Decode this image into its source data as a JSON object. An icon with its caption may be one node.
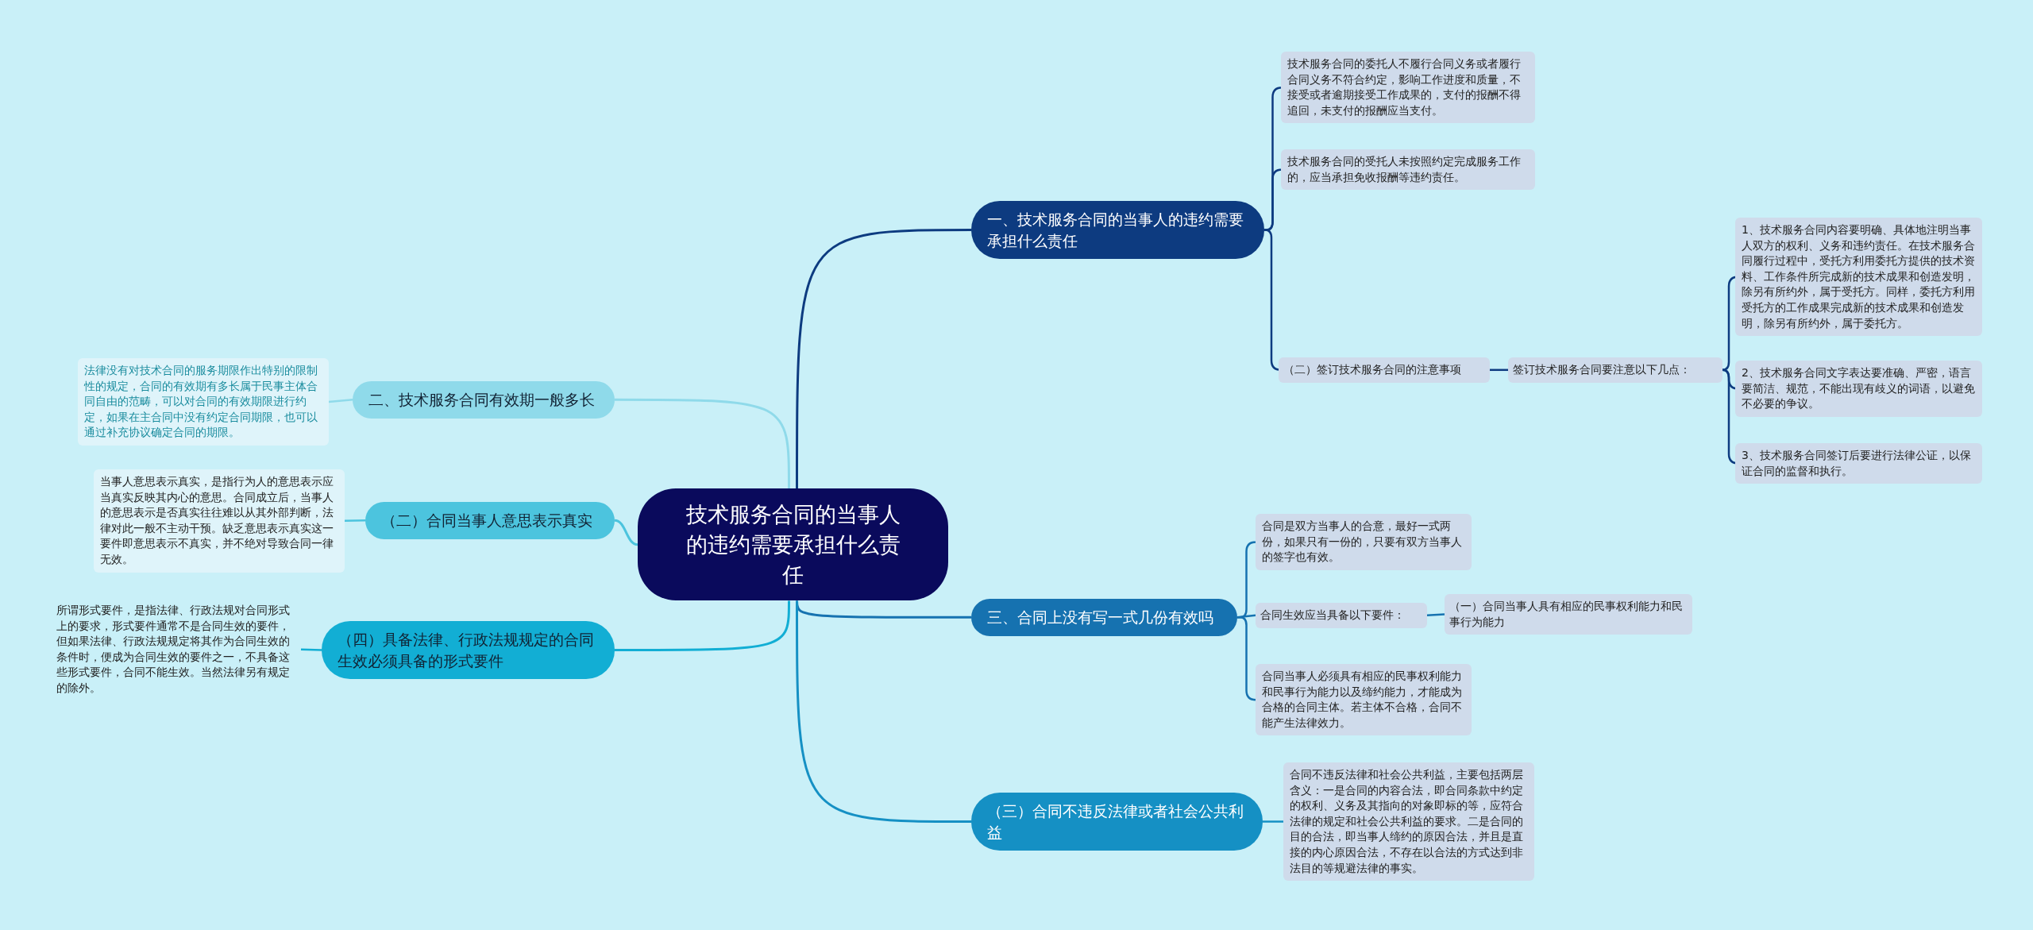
{
  "diagram": {
    "nodes": [
      {
        "text": [
          "技术服务合同的当事人的违约需要承担什么责任"
        ]
      },
      {
        "text": [
          "一、技术服务合同的当事人的违约需要承担什么责任"
        ]
      },
      {
        "text": [
          "技术服务合同的委托人不履行合同义务或者履行合同义务不符合约定，影响工作进度和质量，不接受或者逾期接受工作成果的，支付的报酬不得追回，未支付的报酬应当支付。"
        ]
      },
      {
        "text": [
          "技术服务合同的受托人未按照约定完成服务工作的，应当承担免收报酬等违约责任。"
        ]
      },
      {
        "text": [
          "（二）签订技术服务合同的注意事项"
        ]
      },
      {
        "text": [
          "签订技术服务合同要注意以下几点："
        ]
      },
      {
        "text": [
          "1、技术服务合同内容要明确、具体地注明当事人双方的权利、义务和违约责任。在技术服务合同履行过程中，受托方利用委托方提供的技术资料、工作条件所完成新的技术成果和创造发明，除另有所约外，属于受托方。同样，委托方利用受托方的工作成果完成新的技术成果和创造发明，除另有所约外，属于委托方。"
        ]
      },
      {
        "text": [
          "2、技术服务合同文字表达要准确、严密，语言要简洁、规范，不能出现有歧义的词语，以避免不必要的争议。"
        ]
      },
      {
        "text": [
          "3、技术服务合同签订后要进行法律公证，以保证合同的监督和执行。"
        ]
      },
      {
        "text": [
          "三、合同上没有写一式几份有效吗"
        ]
      },
      {
        "text": [
          "合同是双方当事人的合意，最好一式两份，如果只有一份的，只要有双方当事人的签字也有效。"
        ]
      },
      {
        "text": [
          "合同生效应当具备以下要件："
        ]
      },
      {
        "text": [
          "（一）合同当事人具有相应的民事权利能力和民事行为能力"
        ]
      },
      {
        "text": [
          "合同当事人必须具有相应的民事权利能力和民事行为能力以及缔约能力，才能成为合格的合同主体。若主体不合格，合同不能产生法律效力。"
        ]
      },
      {
        "text": [
          "（三）合同不违反法律或者社会公共利益"
        ]
      },
      {
        "text": [
          "合同不违反法律和社会公共利益，主要包括两层含义：一是合同的内容合法，即合同条款中约定的权利、义务及其指向的对象即标的等，应符合法律的规定和社会公共利益的要求。二是合同的目的合法，即当事人缔约的原因合法，并且是直接的内心原因合法，不存在以合法的方式达到非法目的等规避法律的事实。"
        ]
      },
      {
        "text": [
          "二、技术服务合同有效期一般多长"
        ]
      },
      {
        "text": [
          "法律没有对技术合同的服务期限作出特别的限制性的规定，合同的有效期有多长属于民事主体合同自由的范畴，可以对合同的有效期限进行约定，如果在主合同中没有约定合同期限，也可以通过补充协议确定合同的期限。"
        ]
      },
      {
        "text": [
          "（二）合同当事人意思表示真实"
        ]
      },
      {
        "text": [
          "当事人意思表示真实，是指行为人的意思表示应当真实反映其内心的意思。合同成立后，当事人的意思表示是否真实往往难以从其外部判断，法律对此一般不主动干预。缺乏意思表示真实这一要件即意思表示不真实，并不绝对导致合同一律无效。"
        ]
      },
      {
        "text": [
          "（四）具备法律、行政法规规定的合同生效必须具备的形式要件"
        ]
      },
      {
        "text": [
          "所谓形式要件，是指法律、行政法规对合同形式上的要求，形式要件通常不是合同生效的要件，但如果法律、行政法规规定将其作为合同生效的条件时，便成为合同生效的要件之一，不具备这些形式要件，合同不能生效。当然法律另有规定的除外。"
        ]
      }
    ],
    "edges": [
      {
        "from": 0,
        "to": 1,
        "arrow": "none",
        "color": "#0d3b80"
      },
      {
        "from": 1,
        "to": 2,
        "arrow": "none",
        "color": "#0d3b80"
      },
      {
        "from": 1,
        "to": 3,
        "arrow": "none",
        "color": "#0d3b80"
      },
      {
        "from": 1,
        "to": 4,
        "arrow": "none",
        "color": "#0d3b80"
      },
      {
        "from": 4,
        "to": 5,
        "arrow": "none",
        "color": "#0d3b80"
      },
      {
        "from": 5,
        "to": 6,
        "arrow": "none",
        "color": "#0d3b80"
      },
      {
        "from": 5,
        "to": 7,
        "arrow": "none",
        "color": "#0d3b80"
      },
      {
        "from": 5,
        "to": 8,
        "arrow": "none",
        "color": "#0d3b80"
      },
      {
        "from": 0,
        "to": 9,
        "arrow": "none",
        "color": "#1672b0"
      },
      {
        "from": 9,
        "to": 10,
        "arrow": "none",
        "color": "#1672b0"
      },
      {
        "from": 9,
        "to": 11,
        "arrow": "none",
        "color": "#1672b0"
      },
      {
        "from": 11,
        "to": 12,
        "arrow": "none",
        "color": "#1672b0"
      },
      {
        "from": 9,
        "to": 13,
        "arrow": "none",
        "color": "#1672b0"
      },
      {
        "from": 0,
        "to": 14,
        "arrow": "none",
        "color": "#1590c4"
      },
      {
        "from": 14,
        "to": 15,
        "arrow": "none",
        "color": "#1590c4"
      },
      {
        "from": 0,
        "to": 16,
        "arrow": "none",
        "color": "#8fdaea"
      },
      {
        "from": 16,
        "to": 17,
        "arrow": "none",
        "color": "#8fdaea"
      },
      {
        "from": 0,
        "to": 18,
        "arrow": "none",
        "color": "#4cc4de"
      },
      {
        "from": 18,
        "to": 19,
        "arrow": "none",
        "color": "#4cc4de"
      },
      {
        "from": 0,
        "to": 20,
        "arrow": "none",
        "color": "#12aed4"
      },
      {
        "from": 20,
        "to": 21,
        "arrow": "none",
        "color": "#12aed4"
      }
    ]
  }
}
